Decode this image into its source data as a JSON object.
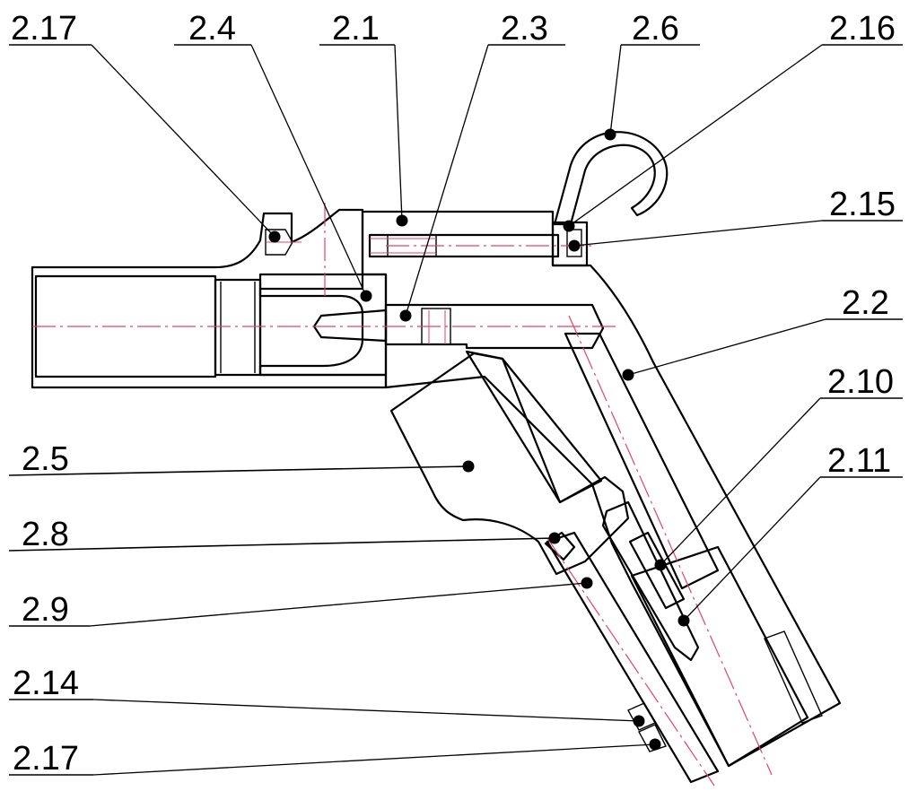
{
  "colors": {
    "line": "#000000",
    "hatch": "#3ea0e6",
    "centerline": "#e0446a",
    "background": "#ffffff"
  },
  "callouts": [
    {
      "label": "2.17"
    },
    {
      "label": "2.4"
    },
    {
      "label": "2.1"
    },
    {
      "label": "2.3"
    },
    {
      "label": "2.6"
    },
    {
      "label": "2.16"
    },
    {
      "label": "2.15"
    },
    {
      "label": "2.2"
    },
    {
      "label": "2.10"
    },
    {
      "label": "2.11"
    },
    {
      "label": "2.5"
    },
    {
      "label": "2.8"
    },
    {
      "label": "2.9"
    },
    {
      "label": "2.14"
    },
    {
      "label": "2.17"
    }
  ]
}
